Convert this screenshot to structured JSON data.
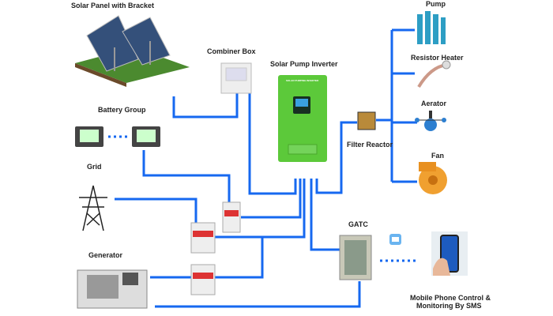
{
  "labels": {
    "solar_panel": "Solar Panel with Bracket",
    "combiner_box": "Combiner Box",
    "inverter": "Solar Pump Inverter",
    "inverter_front": "SOLAR PUMPING INVERTER",
    "battery": "Battery Group",
    "grid": "Grid",
    "generator": "Generator",
    "filter_reactor": "Filter Reactor",
    "gatc": "GATC",
    "pump": "Pump",
    "resistor_heater": "Resistor Heater",
    "aerator": "Aerator",
    "fan": "Fan",
    "mobile_line1": "Mobile Phone Control &",
    "mobile_line2": "Monitoring By SMS"
  },
  "colors": {
    "wire": "#1668f0",
    "inverter": "#5cc93a",
    "background": "#ffffff"
  }
}
